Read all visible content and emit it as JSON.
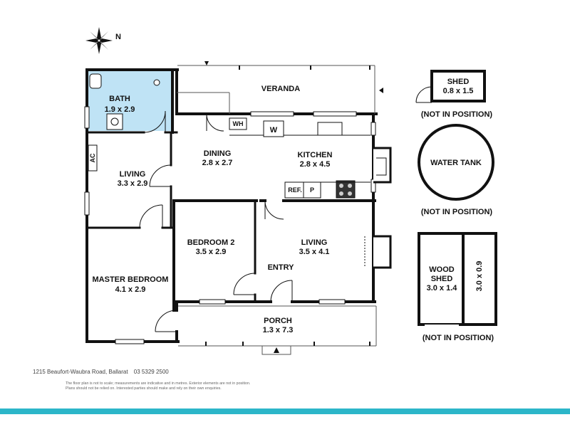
{
  "colors": {
    "wall": "#111111",
    "bath_fill": "#bfe3f5",
    "accent_bar": "#2cb6c9"
  },
  "compass": {
    "label": "N",
    "icon": "compass-rose-icon"
  },
  "rooms": {
    "bath": {
      "name": "BATH",
      "size": "1.9 x 2.9"
    },
    "veranda": {
      "name": "VERANDA"
    },
    "dining": {
      "name": "DINING",
      "size": "2.8 x 2.7"
    },
    "kitchen": {
      "name": "KITCHEN",
      "size": "2.8 x 4.5"
    },
    "living_west": {
      "name": "LIVING",
      "size": "3.3 x 2.9"
    },
    "bedroom2": {
      "name": "BEDROOM 2",
      "size": "3.5 x 2.9"
    },
    "living_main": {
      "name": "LIVING",
      "size": "3.5 x 4.1"
    },
    "master": {
      "name": "MASTER BEDROOM",
      "size": "4.1 x 2.9"
    },
    "porch": {
      "name": "PORCH",
      "size": "1.3 x 7.3"
    },
    "entry": {
      "name": "ENTRY"
    }
  },
  "fixtures": {
    "wh": "WH",
    "w": "W",
    "ref": "REF.",
    "p": "P",
    "ac": "AC"
  },
  "outbuildings": {
    "shed": {
      "name": "SHED",
      "size": "0.8 x 1.5",
      "note": "(NOT IN POSITION)"
    },
    "water_tank": {
      "name": "WATER TANK",
      "note": "(NOT IN POSITION)"
    },
    "wood_shed": {
      "name_line1": "WOOD",
      "name_line2": "SHED",
      "size": "3.0 x 1.4",
      "side_size": "3.0 x 0.9",
      "note": "(NOT IN POSITION)"
    }
  },
  "footer": {
    "address": "1215 Beaufort-Waubra Road, Ballarat",
    "phone": "03 5329 2500",
    "disclaimer_1": "The floor plan is not to scale; measurements are indicative and in metres. Exterior elements are not in position.",
    "disclaimer_2": "Plans should not be relied on. Interested parties should make and rely on their own enquiries."
  }
}
